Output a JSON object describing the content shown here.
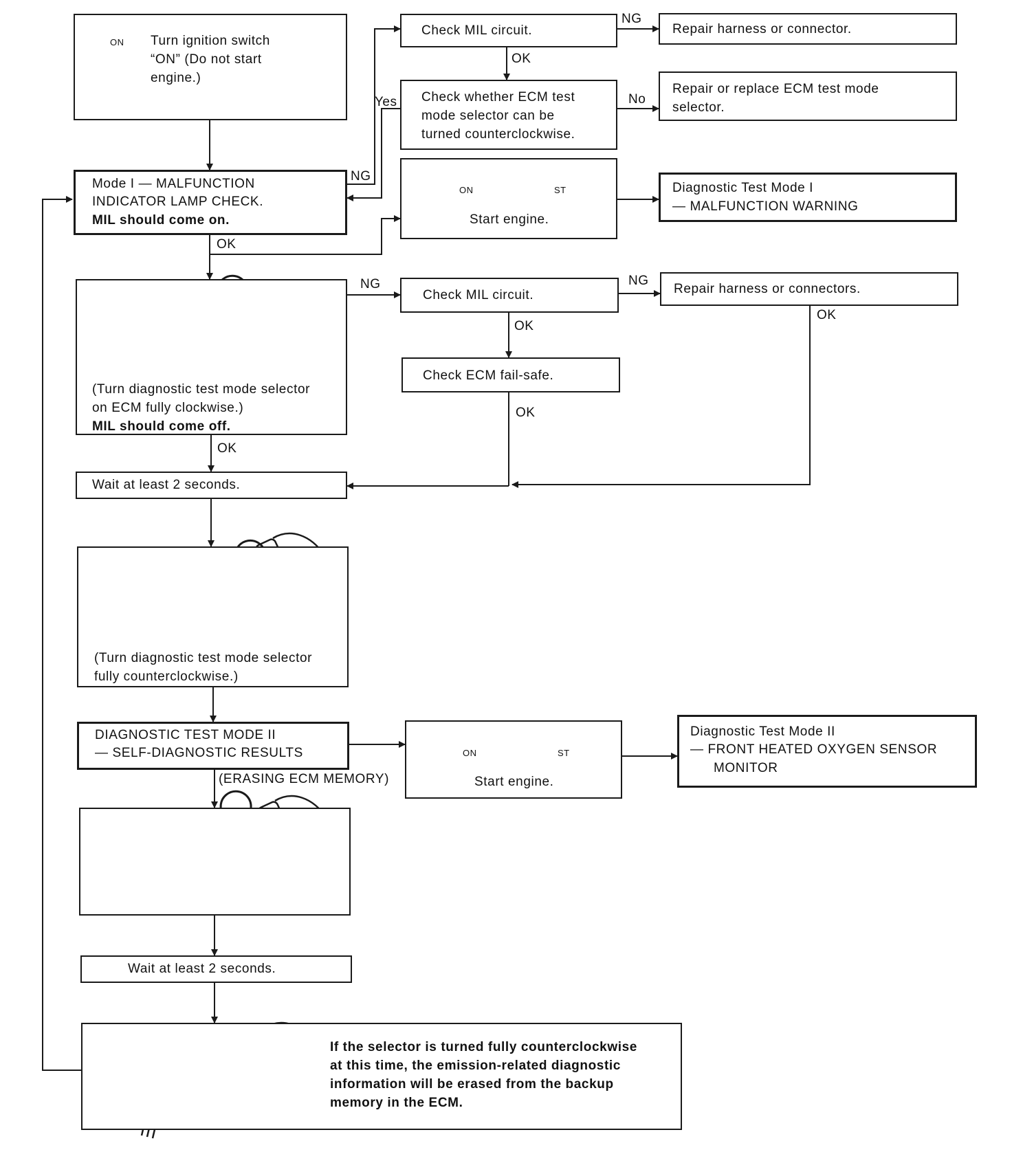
{
  "flow": {
    "start": {
      "line1": "Turn ignition switch",
      "line2": "“ON” (Do not start",
      "line3": "engine.)"
    },
    "mode1": {
      "line1": "Mode I — MALFUNCTION",
      "line2": "INDICATOR LAMP CHECK.",
      "line3": "MIL should come on."
    },
    "check_mil_1": "Check MIL circuit.",
    "repair_harness_connector": "Repair harness or connector.",
    "check_selector": {
      "line1": "Check whether ECM test",
      "line2": "mode selector can be",
      "line3": "turned counterclockwise."
    },
    "repair_selector": {
      "line1": "Repair or replace ECM test mode",
      "line2": "selector."
    },
    "start_engine_1": "Start engine.",
    "mode1_warning": {
      "line1": "Diagnostic Test Mode I",
      "line2": "— MALFUNCTION WARNING"
    },
    "turn_cw": {
      "line1": "(Turn diagnostic test mode selector",
      "line2": "on ECM fully clockwise.)",
      "line3": "MIL should come off."
    },
    "check_mil_2": "Check MIL circuit.",
    "repair_harness_connectors": "Repair harness or connectors.",
    "check_failsafe": "Check ECM fail-safe.",
    "wait_1": "Wait at least 2 seconds.",
    "turn_ccw": {
      "line1": "(Turn diagnostic test mode selector",
      "line2": "fully counterclockwise.)"
    },
    "mode2": {
      "line1": "DIAGNOSTIC TEST MODE II",
      "line2": "— SELF-DIAGNOSTIC RESULTS"
    },
    "erasing": "(ERASING ECM MEMORY)",
    "start_engine_2": "Start engine.",
    "mode2_o2": {
      "line1": "Diagnostic Test Mode II",
      "line2": "— FRONT HEATED OXYGEN SENSOR",
      "line3": "MONITOR"
    },
    "wait_2": "Wait at least 2 seconds.",
    "erase_note": {
      "line1": "If the selector is turned fully counterclockwise",
      "line2": "at this time, the emission-related diagnostic",
      "line3": "information will be erased from the backup",
      "line4": "memory in the ECM."
    }
  },
  "labels": {
    "ng": "NG",
    "ok": "OK",
    "yes": "Yes",
    "no": "No",
    "on": "ON",
    "st": "ST"
  }
}
